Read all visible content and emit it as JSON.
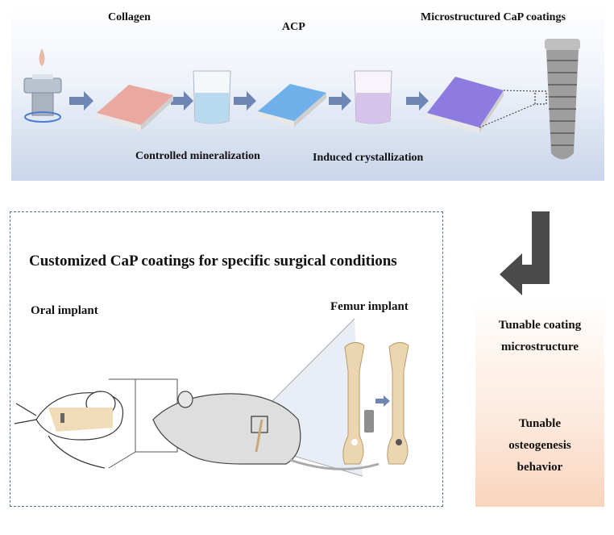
{
  "process": {
    "step1_label": "Collagen",
    "step2_label": "ACP",
    "step3_label": "Microstructured CaP coatings",
    "transition1_label": "Controlled mineralization",
    "transition2_label": "Induced crystallization"
  },
  "application": {
    "title": "Customized CaP coatings for specific surgical conditions",
    "oral_label": "Oral implant",
    "femur_label": "Femur implant"
  },
  "outcome": {
    "line1": "Tunable coating microstructure",
    "line2": "Tunable osteogenesis behavior"
  },
  "colors": {
    "arrow": "#6f86b4",
    "collagen": "#e9a9a0",
    "acp": "#6fb0ea",
    "coating": "#8e7be0",
    "l_arrow": "#4a4a4a",
    "down_arrow": "#f2a0a0"
  }
}
